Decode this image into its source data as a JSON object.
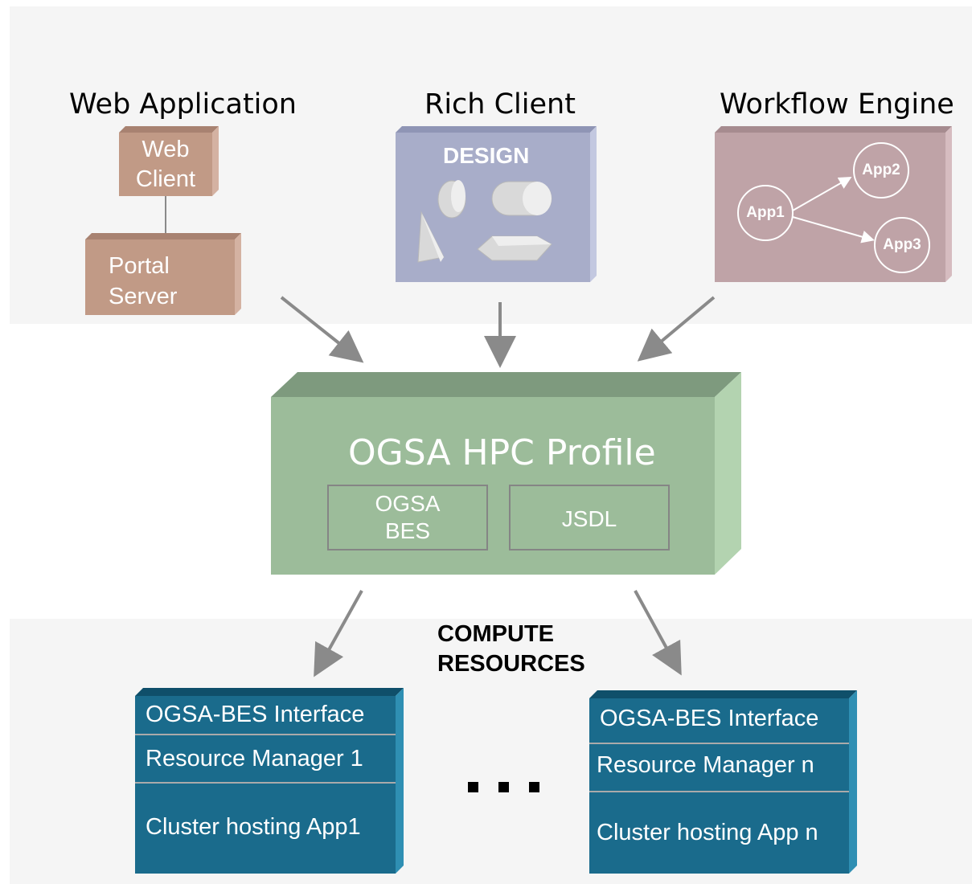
{
  "clients": {
    "web_application": {
      "title": "Web Application",
      "web_client_line1": "Web",
      "web_client_line2": "Client",
      "portal_line1": "Portal",
      "portal_line2": "Server"
    },
    "rich_client": {
      "title": "Rich Client",
      "design_label": "DESIGN"
    },
    "workflow_engine": {
      "title": "Workflow Engine",
      "nodes": [
        "App1",
        "App2",
        "App3"
      ]
    }
  },
  "profile": {
    "title": "OGSA HPC Profile",
    "bes_line1": "OGSA",
    "bes_line2": "BES",
    "jsdl": "JSDL"
  },
  "compute": {
    "label_line1": "COMPUTE",
    "label_line2": "RESOURCES",
    "ellipsis": "▪ ▪ ▪",
    "left": {
      "interface": "OGSA-BES Interface",
      "manager": "Resource Manager 1",
      "cluster": "Cluster hosting App1"
    },
    "right": {
      "interface": "OGSA-BES Interface",
      "manager": "Resource Manager n",
      "cluster": "Cluster hosting App n"
    }
  },
  "colors": {
    "web_box": "#c19a86",
    "design_box": "#a8adc9",
    "workflow_box": "#bfa3a7",
    "profile_box": "#9cbc9a",
    "compute_box": "#1a6b8c",
    "arrow": "#8a8a8a"
  }
}
